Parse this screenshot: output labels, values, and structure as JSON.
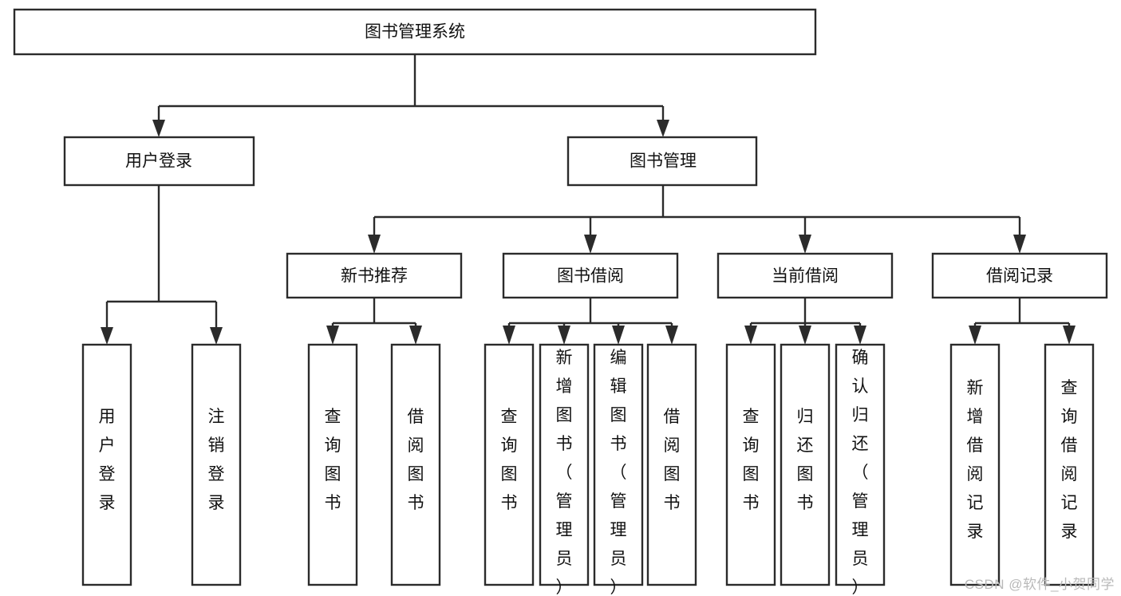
{
  "diagram": {
    "type": "tree-hierarchy-diagram",
    "title": "图书管理系统",
    "orientation": "top-down",
    "colors": {
      "box_fill": "#ffffff",
      "box_stroke": "#2b2b2b",
      "connector": "#2b2b2b",
      "text": "#111111",
      "background": "#ffffff",
      "watermark": "#b9b9b9"
    },
    "levels": {
      "root": {
        "label": "图书管理系统"
      },
      "level2": [
        {
          "id": "user-login",
          "label": "用户登录"
        },
        {
          "id": "book-management",
          "label": "图书管理"
        }
      ],
      "level3": [
        {
          "id": "new-book-recommend",
          "label": "新书推荐",
          "parent": "book-management"
        },
        {
          "id": "book-borrow",
          "label": "图书借阅",
          "parent": "book-management"
        },
        {
          "id": "current-borrow",
          "label": "当前借阅",
          "parent": "book-management"
        },
        {
          "id": "borrow-record",
          "label": "借阅记录",
          "parent": "book-management"
        }
      ],
      "leaves": [
        {
          "id": "leaf-user-login",
          "label": "用户登录",
          "parent": "user-login"
        },
        {
          "id": "leaf-logout-login",
          "label": "注销登录",
          "parent": "user-login"
        },
        {
          "id": "leaf-query-book-1",
          "label": "查询图书",
          "parent": "new-book-recommend"
        },
        {
          "id": "leaf-borrow-book-1",
          "label": "借阅图书",
          "parent": "new-book-recommend"
        },
        {
          "id": "leaf-query-book-2",
          "label": "查询图书",
          "parent": "book-borrow"
        },
        {
          "id": "leaf-add-book",
          "label": "新增图书（管理员）",
          "parent": "book-borrow"
        },
        {
          "id": "leaf-edit-book",
          "label": "编辑图书（管理员）",
          "parent": "book-borrow"
        },
        {
          "id": "leaf-borrow-book-2",
          "label": "借阅图书",
          "parent": "book-borrow"
        },
        {
          "id": "leaf-query-book-3",
          "label": "查询图书",
          "parent": "current-borrow"
        },
        {
          "id": "leaf-return-book",
          "label": "归还图书",
          "parent": "current-borrow"
        },
        {
          "id": "leaf-confirm-return",
          "label": "确认归还（管理员）",
          "parent": "current-borrow"
        },
        {
          "id": "leaf-add-record",
          "label": "新增借阅记录",
          "parent": "borrow-record"
        },
        {
          "id": "leaf-query-record",
          "label": "查询借阅记录",
          "parent": "borrow-record"
        }
      ]
    }
  },
  "watermark": {
    "text": "CSDN @软件_小贺同学"
  }
}
